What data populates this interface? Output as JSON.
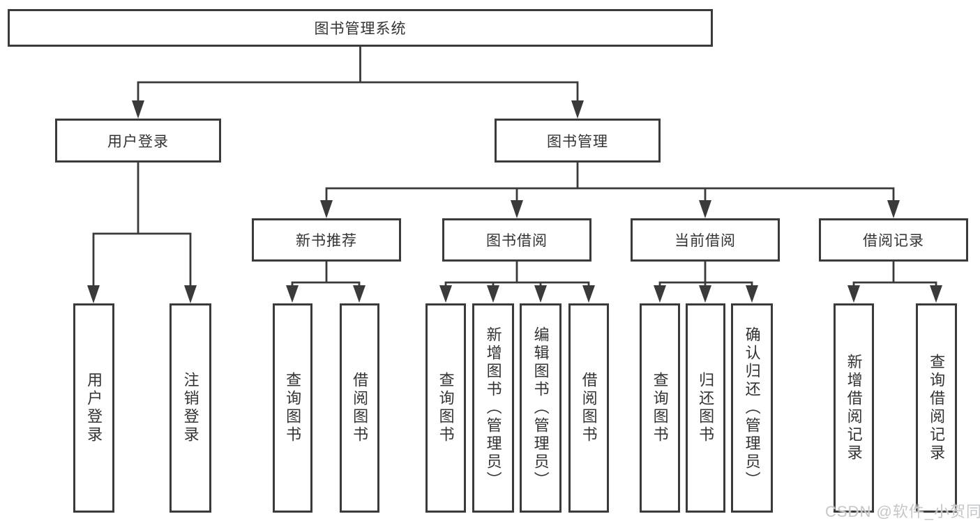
{
  "tree": {
    "label": "图书管理系统",
    "children": [
      {
        "label": "用户登录",
        "children": [
          {
            "label": "用户登录"
          },
          {
            "label": "注销登录"
          }
        ]
      },
      {
        "label": "图书管理",
        "children": [
          {
            "label": "新书推荐",
            "children": [
              {
                "label": "查询图书"
              },
              {
                "label": "借阅图书"
              }
            ]
          },
          {
            "label": "图书借阅",
            "children": [
              {
                "label": "查询图书"
              },
              {
                "label": "新增图书（管理员）"
              },
              {
                "label": "编辑图书（管理员）"
              },
              {
                "label": "借阅图书"
              }
            ]
          },
          {
            "label": "当前借阅",
            "children": [
              {
                "label": "查询图书"
              },
              {
                "label": "归还图书"
              },
              {
                "label": "确认归还（管理员）"
              }
            ]
          },
          {
            "label": "借阅记录",
            "children": [
              {
                "label": "新增借阅记录"
              },
              {
                "label": "查询借阅记录"
              }
            ]
          }
        ]
      }
    ]
  },
  "watermark": "CSDN @软件_小贺同学",
  "colors": {
    "line": "#3a3a3a",
    "text": "#333333",
    "watermark_text": "#c4c7ca",
    "background": "#ffffff"
  }
}
